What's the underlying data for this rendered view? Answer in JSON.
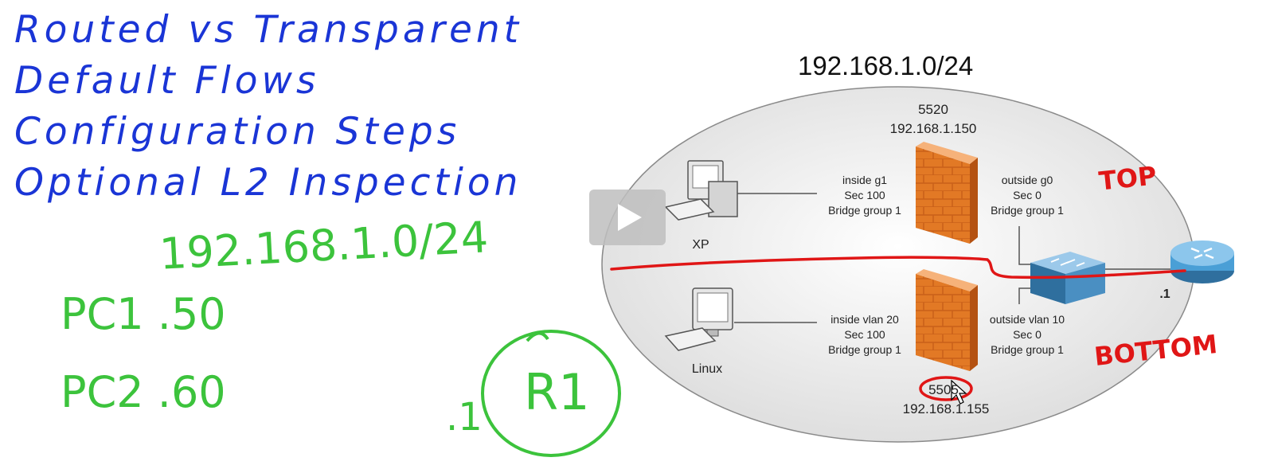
{
  "whiteboard": {
    "topics": [
      "Routed vs Transparent",
      "Default Flows",
      "Configuration Steps",
      "Optional L2 Inspection"
    ],
    "notes": {
      "subnet": "192.168.1.0/24",
      "pc1": "PC1 .50",
      "pc2": "PC2 .60",
      "router_ip": ".1",
      "router_name": "R1"
    }
  },
  "diagram": {
    "subnet": "192.168.1.0/24",
    "top_firewall": {
      "model": "5520",
      "ip": "192.168.1.150",
      "inside": [
        "inside g1",
        "Sec 100",
        "Bridge group 1"
      ],
      "outside": [
        "outside g0",
        "Sec 0",
        "Bridge group 1"
      ]
    },
    "bottom_firewall": {
      "model": "5505",
      "ip": "192.168.1.155",
      "inside": [
        "inside vlan 20",
        "Sec 100",
        "Bridge group 1"
      ],
      "outside": [
        "outside vlan 10",
        "Sec 0",
        "Bridge group 1"
      ]
    },
    "hosts": {
      "top": "XP",
      "bottom": "Linux"
    },
    "router_ip": ".1",
    "annotations": {
      "top": "TOP",
      "bottom": "BOTTOM"
    },
    "colors": {
      "firewall": "#f28a2c",
      "switch": "#4a8fc2",
      "router": "#4a9fd6",
      "ink_blue": "#1a35d6",
      "ink_green": "#3cc33c",
      "ink_red": "#e01616"
    }
  },
  "player": {
    "icon": "play-icon"
  }
}
